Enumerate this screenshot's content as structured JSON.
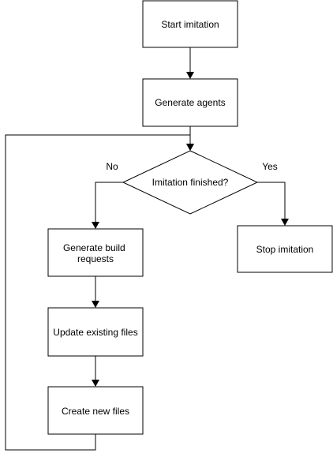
{
  "nodes": {
    "start": {
      "label": "Start imitation"
    },
    "generate_agents": {
      "label": "Generate agents"
    },
    "decision": {
      "label": "Imitation finished?"
    },
    "build_requests": {
      "label_line1": "Generate build",
      "label_line2": "requests"
    },
    "stop": {
      "label": "Stop imitation"
    },
    "update_files": {
      "label": "Update existing files"
    },
    "create_files": {
      "label": "Create new files"
    }
  },
  "edges": {
    "no_label": "No",
    "yes_label": "Yes"
  },
  "colors": {
    "stroke": "#000000",
    "fill": "#ffffff",
    "text": "#000000"
  }
}
